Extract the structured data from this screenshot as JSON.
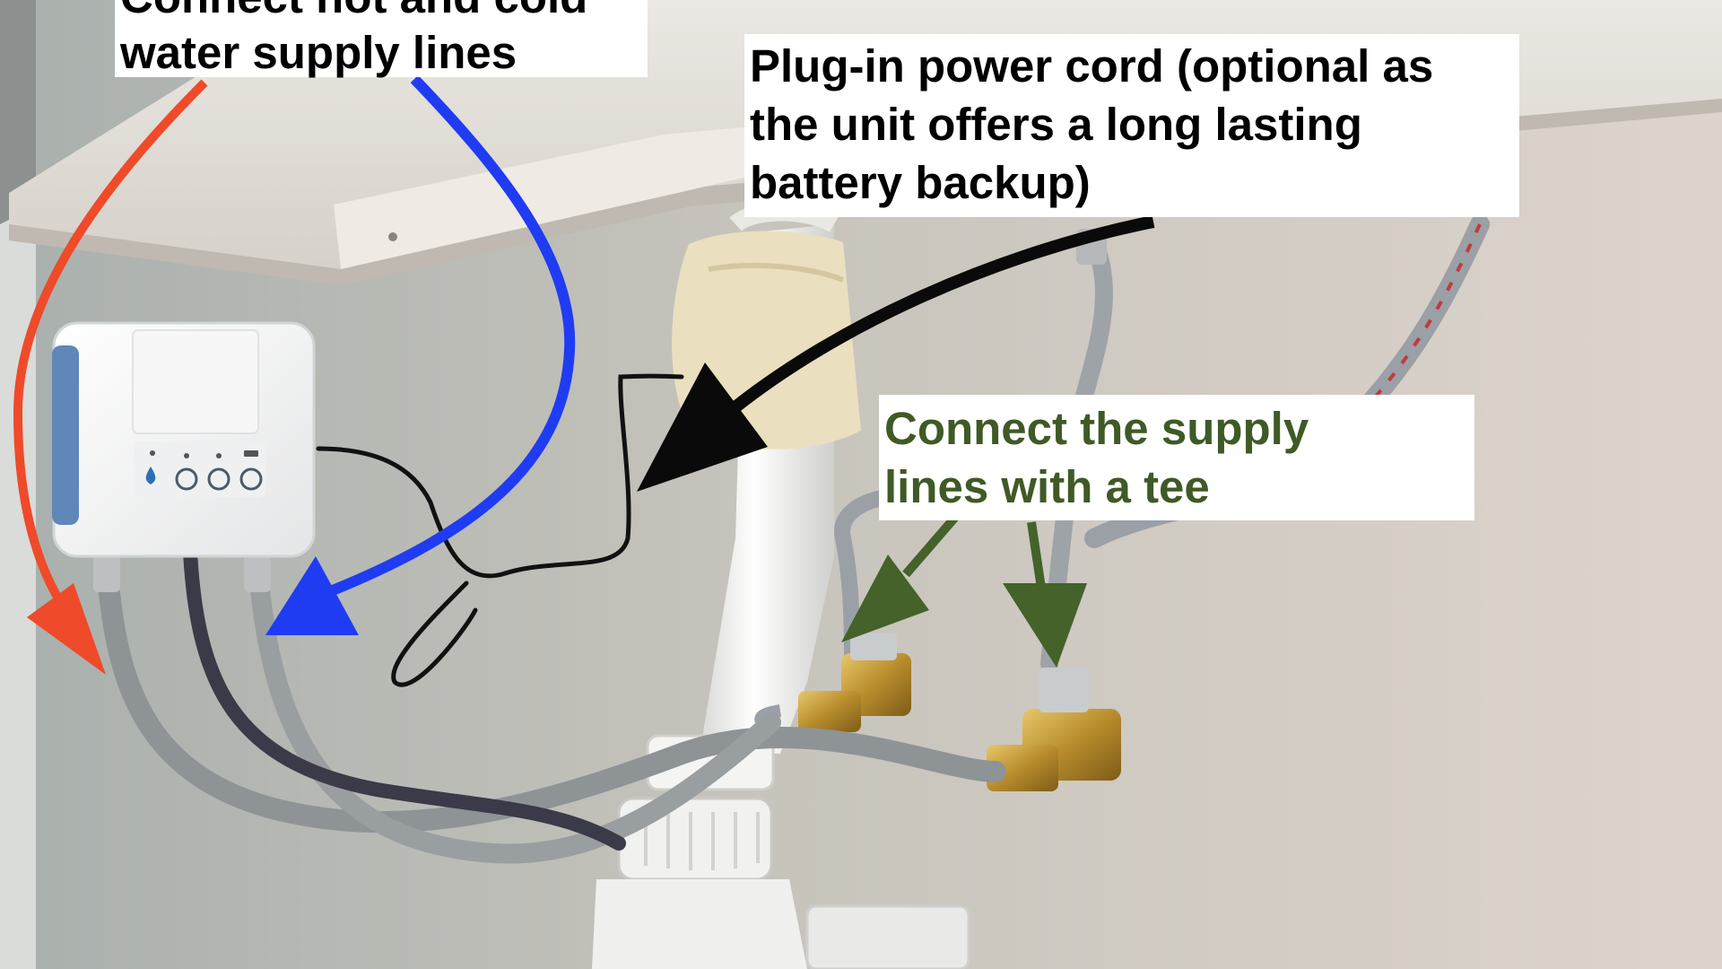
{
  "photo": {
    "subject": "under-sink",
    "colors": {
      "hot_arrow": "#ef4a2a",
      "cold_arrow": "#1f3cf2",
      "power_arrow": "#0a0a0a",
      "tee_arrow": "#44622a",
      "tee_text": "#3f5a26",
      "label_bg": "#ffffff"
    }
  },
  "annotations": {
    "supply_lines": {
      "line1": "Connect hot and cold",
      "line2": "water supply lines",
      "text_color": "#000000"
    },
    "power_cord": {
      "line1": "Plug-in power cord (optional as",
      "line2": "the unit offers a long lasting",
      "line3": "battery backup)",
      "text_color": "#000000"
    },
    "tee": {
      "line1": "Connect the supply",
      "line2": "lines with a tee",
      "text_color": "#3f5a26"
    }
  },
  "device": {
    "logo_icon": "water-drop-icon",
    "indicator_icons": [
      "power-indicator-icon",
      "drop-indicator-icon",
      "bluetooth-indicator-icon",
      "battery-indicator-icon"
    ]
  }
}
